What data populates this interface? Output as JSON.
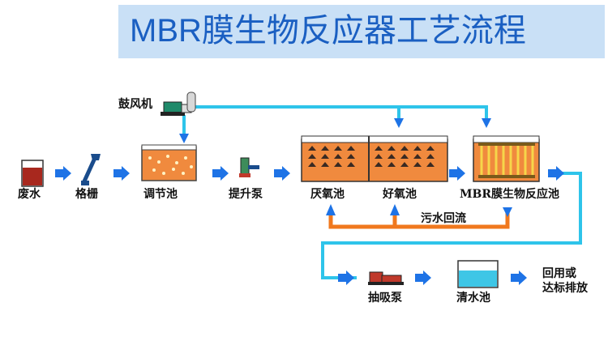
{
  "title": "MBR膜生物反应器工艺流程",
  "labels": {
    "blower": "鼓风机",
    "wastewater": "废水",
    "screen": "格栅",
    "equalization": "调节池",
    "lift_pump": "提升泵",
    "anoxic": "厌氧池",
    "aerobic": "好氧池",
    "mbr": "MBR膜生物反应池",
    "return": "污水回流",
    "suction_pump": "抽吸泵",
    "clear_water": "清水池",
    "reuse_line1": "回用或",
    "reuse_line2": "达标排放"
  },
  "colors": {
    "pipe": "#2ec4ea",
    "arrow": "#1e73e6",
    "return_pipe": "#f0781e",
    "tank_fill": "#f08a3e",
    "title_text": "#1a5fc2",
    "title_bg": "#c9e0f6"
  }
}
